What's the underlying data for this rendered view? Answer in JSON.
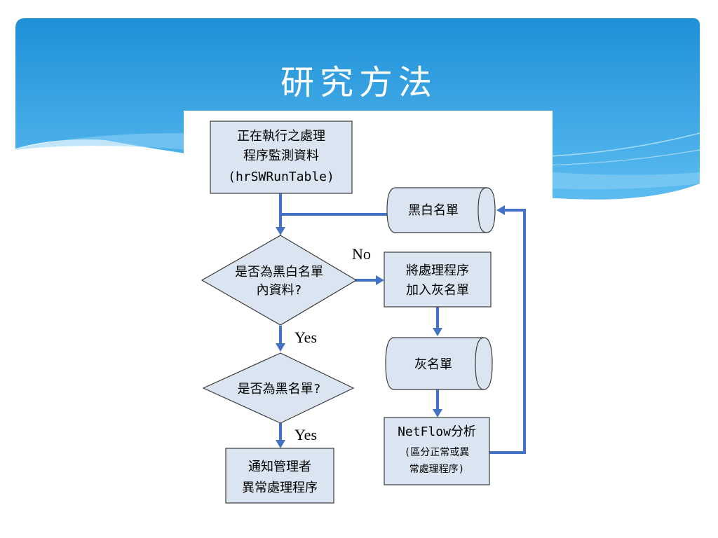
{
  "slide": {
    "title": "研究方法"
  },
  "flowchart": {
    "nodes": {
      "input": {
        "lines": [
          "正在執行之處理",
          "程序監測資料",
          "(hrSWRunTable)"
        ]
      },
      "bw_list": {
        "label": "黑白名單"
      },
      "decision_in_list": {
        "lines": [
          "是否為黑白名單",
          "內資料?"
        ]
      },
      "add_gray": {
        "lines": [
          "將處理程序",
          "加入灰名單"
        ]
      },
      "gray_list": {
        "label": "灰名單"
      },
      "decision_black": {
        "label": "是否為黑名單?"
      },
      "netflow": {
        "lines": [
          "NetFlow分析",
          "(區分正常或異",
          "常處理程序)"
        ]
      },
      "notify": {
        "lines": [
          "通知管理者",
          "異常處理程序"
        ]
      }
    },
    "edge_labels": {
      "no": "No",
      "yes_1": "Yes",
      "yes_2": "Yes"
    }
  },
  "colors": {
    "banner_top": "#1e90d8",
    "banner_bottom": "#56b6ec",
    "node_fill": "#dbe5f1",
    "connector": "#4472c4"
  }
}
